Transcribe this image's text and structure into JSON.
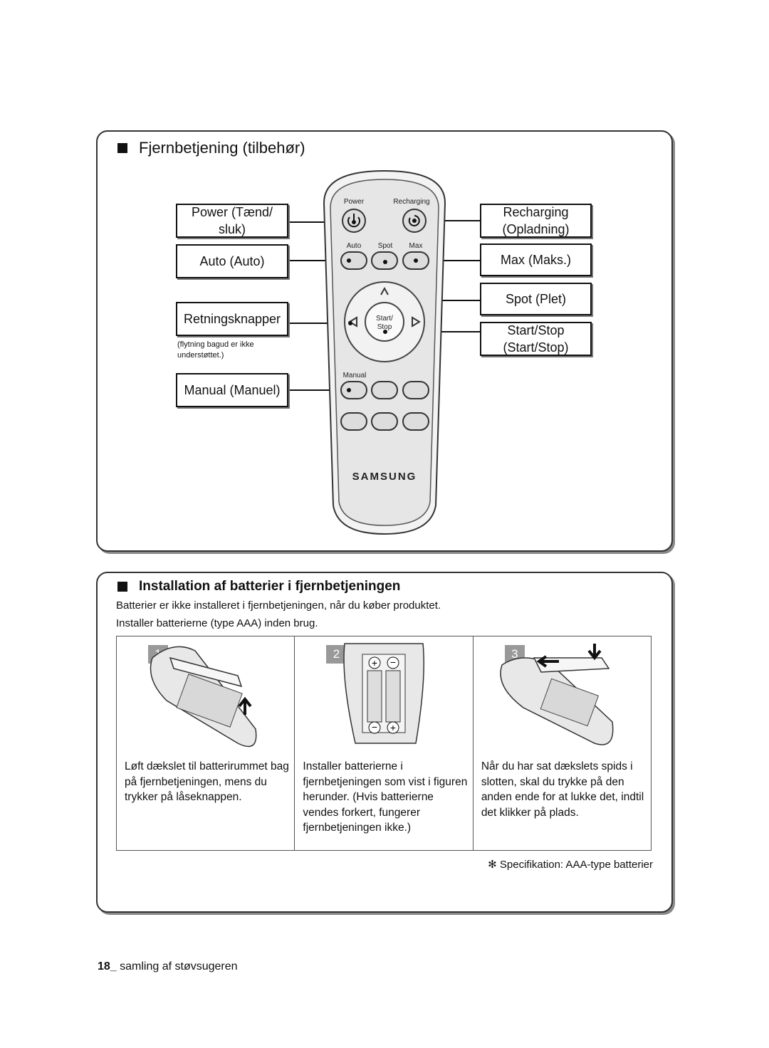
{
  "section1": {
    "title": "Fjernbetjening (tilbehør)",
    "labels": {
      "power": "Power (Tænd/ sluk)",
      "auto": "Auto (Auto)",
      "direction": "Retningsknapper",
      "direction_note": "(flytning bagud er ikke understøttet.)",
      "manual": "Manual (Manuel)",
      "recharging": "Recharging (Opladning)",
      "max": "Max (Maks.)",
      "spot": "Spot (Plet)",
      "startstop": "Start/Stop (Start/Stop)"
    },
    "remote": {
      "power": "Power",
      "recharging": "Recharging",
      "auto": "Auto",
      "spot": "Spot",
      "max": "Max",
      "start": "Start/",
      "stop": "Stop",
      "manual": "Manual",
      "brand": "SAMSUNG"
    }
  },
  "section2": {
    "title": "Installation af batterier i fjernbetjeningen",
    "intro1": "Batterier er ikke installeret i fjernbetjeningen, når du køber produktet.",
    "intro2": "Installer batterierne (type AAA) inden brug.",
    "steps": [
      {
        "num": "1",
        "text": "Løft dækslet til batterirummet bag på fjernbetjeningen, mens du trykker på låseknappen."
      },
      {
        "num": "2",
        "text": "Installer batterierne i fjernbetjeningen som vist i figuren herunder. (Hvis batterierne vendes forkert, fungerer fjernbetjeningen ikke.)"
      },
      {
        "num": "3",
        "text": "Når du har sat dækslets spids i slotten, skal du trykke på den anden ende for at lukke det, indtil det klikker på plads."
      }
    ],
    "spec": "✻ Specifikation: AAA-type batterier"
  },
  "footer": {
    "page_num": "18_",
    "text": " samling af støvsugeren"
  }
}
